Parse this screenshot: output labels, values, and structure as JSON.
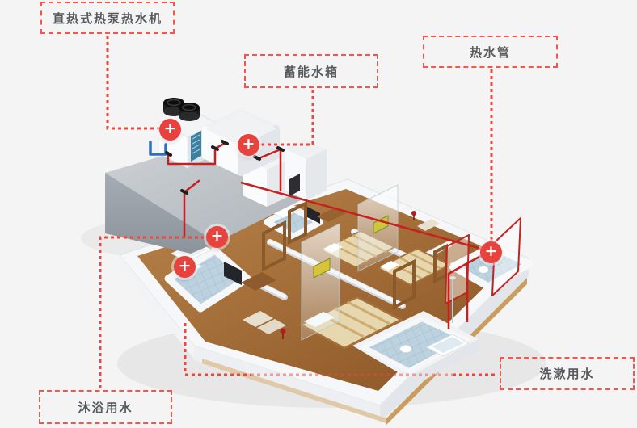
{
  "page": {
    "background_color": "#f4f4f4"
  },
  "colors": {
    "accent_red": "#ef463e",
    "marker_red": "#e8423d",
    "pipe_red": "#c42120",
    "pipe_blue": "#2f6fc0",
    "label_text": "#57595c"
  },
  "labels": {
    "heat_pump": "直热式热泵热水机",
    "storage_tank": "蓄能水箱",
    "hot_water_pipe": "热水管",
    "washing_water": "洗漱用水",
    "bathing_water": "沐浴用水"
  },
  "marker_glyph": "+",
  "markers": [
    {
      "id": "heat-pump-marker",
      "for_label": "直热式热泵热水机"
    },
    {
      "id": "storage-tank-marker",
      "for_label": "蓄能水箱"
    },
    {
      "id": "hot-water-pipe-marker",
      "for_label": "热水管"
    },
    {
      "id": "bathing-water-marker",
      "for_label": "沐浴用水"
    },
    {
      "id": "washing-water-marker",
      "for_label": "洗漱用水"
    }
  ]
}
